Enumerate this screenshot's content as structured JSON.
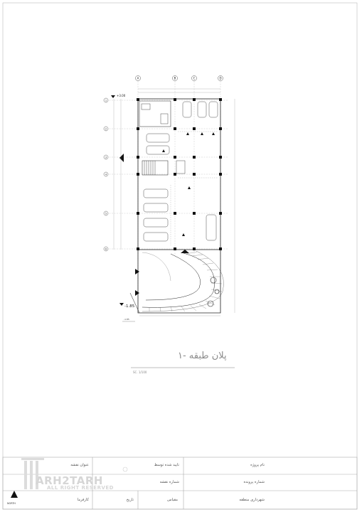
{
  "drawing": {
    "grid_cols": [
      "A",
      "B",
      "C",
      "D"
    ],
    "grid_rows": [
      "1",
      "2",
      "3",
      "4",
      "5",
      "6"
    ],
    "level_top": "+3.00",
    "level_bottom": "-1.85",
    "level_ramp": "-1.85"
  },
  "caption": {
    "title": "پلان طبقه -۱",
    "scale": "SC. 1/100"
  },
  "title_block": {
    "project_name_label": "نام پروژه",
    "file_number_label": "شماره پرونده",
    "municipality_label": "شهرداری منطقه",
    "approved_by_label": "تایید شده توسط",
    "drawing_number_label": "شماره نقشه",
    "scale_label": "مقیاس",
    "date_label": "تاریخ",
    "drawing_title_label": "عنوان نقشه",
    "employer_label": "کارفرما",
    "logo_name": "ARH2TARH",
    "logo_sub": "ALL RIGHT RESERVED",
    "north_label": "NORTH"
  }
}
